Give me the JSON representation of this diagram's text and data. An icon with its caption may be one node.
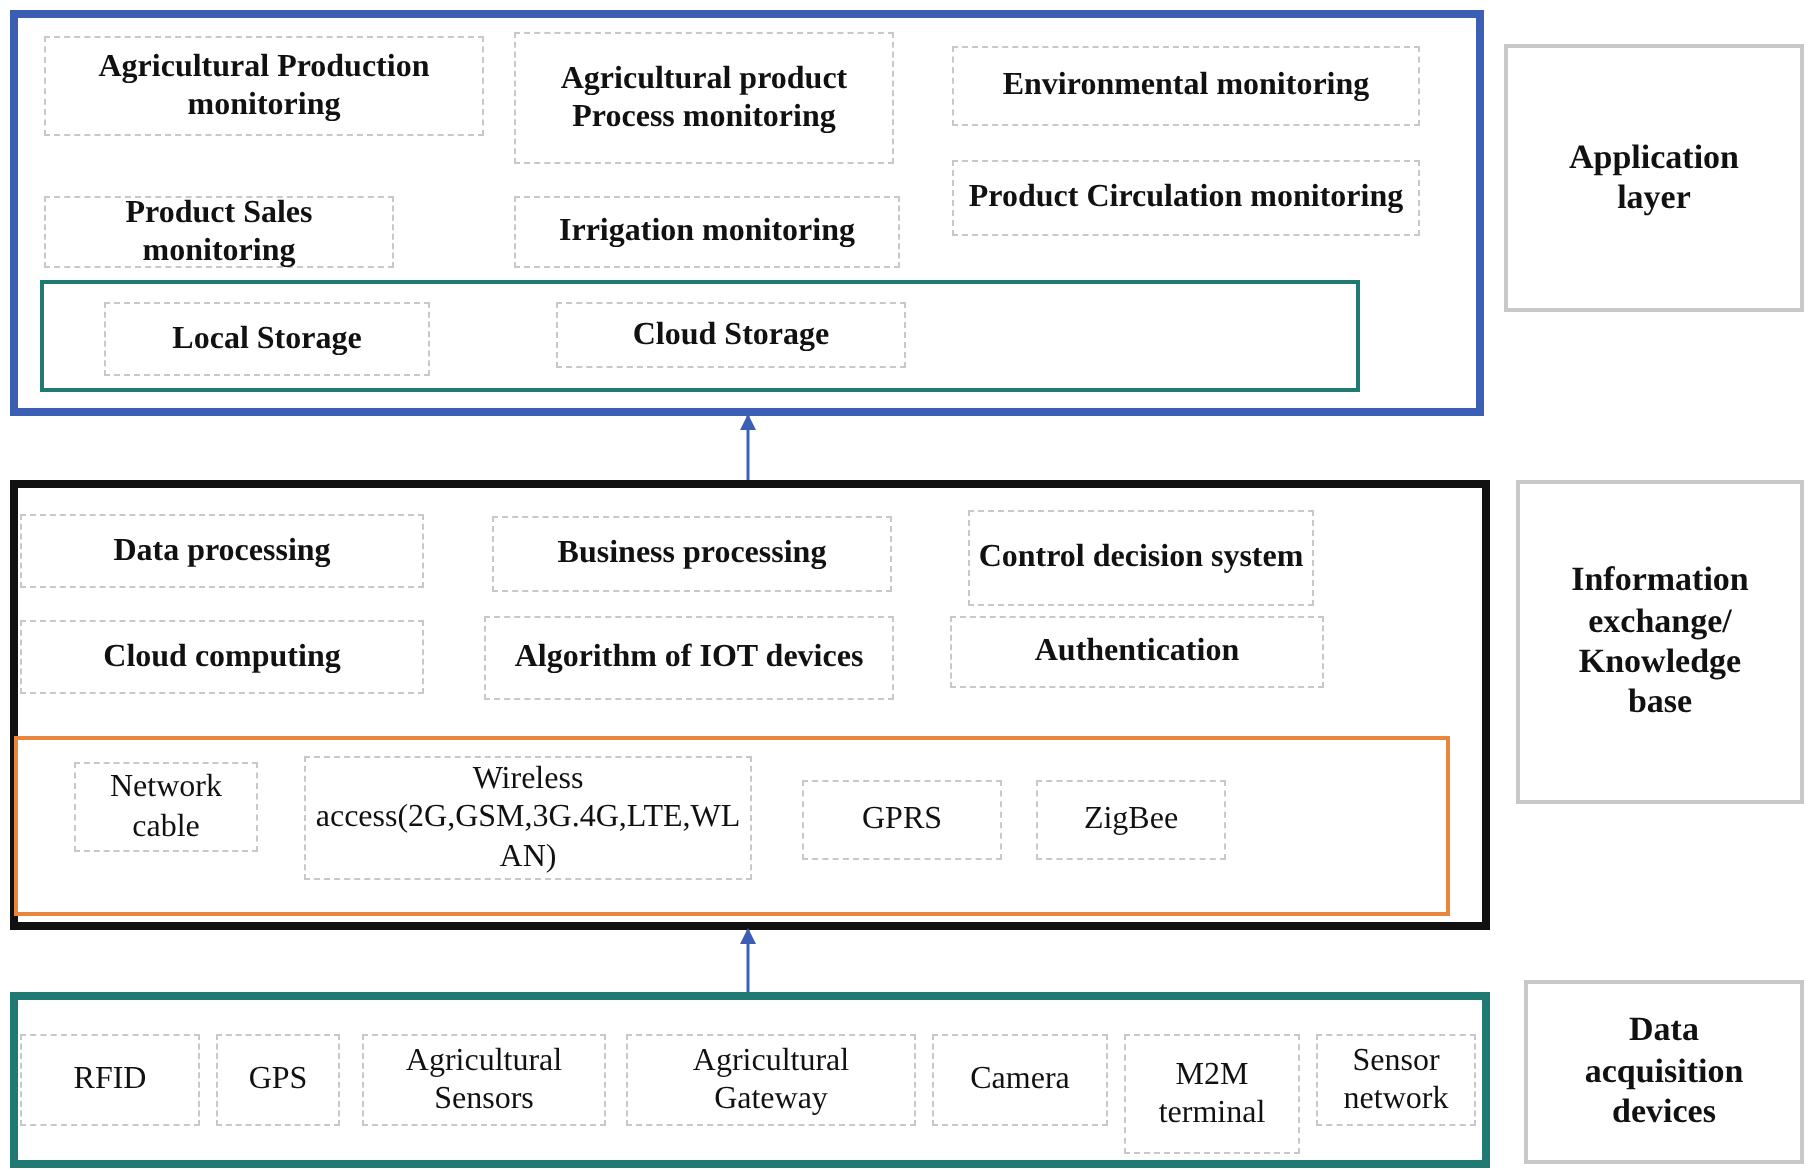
{
  "diagram": {
    "nodes": [
      {
        "text": [],
        "shape": "box"
      },
      {
        "text": [
          "Agricultural Production monitoring"
        ],
        "in": 0
      },
      {
        "text": [
          "Agricultural product Process monitoring"
        ],
        "in": 0
      },
      {
        "text": [
          "Environmental monitoring"
        ],
        "in": 0
      },
      {
        "text": [
          "Product Sales monitoring"
        ],
        "in": 0
      },
      {
        "text": [
          "Irrigation monitoring"
        ],
        "in": 0
      },
      {
        "text": [
          "Product Circulation monitoring"
        ],
        "in": 0
      },
      {
        "text": [],
        "shape": "box",
        "in": 0
      },
      {
        "text": [
          "Local Storage"
        ],
        "in": 7
      },
      {
        "text": [
          "Cloud Storage"
        ],
        "in": 7
      },
      {
        "text": [
          "Application layer"
        ]
      },
      {
        "text": [],
        "shape": "box"
      },
      {
        "text": [
          "Data processing"
        ],
        "in": 11
      },
      {
        "text": [
          "Business processing"
        ],
        "in": 11
      },
      {
        "text": [
          "Control decision system"
        ],
        "in": 11
      },
      {
        "text": [
          "Cloud computing"
        ],
        "in": 11
      },
      {
        "text": [
          "Algorithm of IOT devices"
        ],
        "in": 11
      },
      {
        "text": [
          "Authentication"
        ],
        "in": 11
      },
      {
        "text": [],
        "shape": "box",
        "in": 11
      },
      {
        "text": [
          "Network cable"
        ],
        "in": 18
      },
      {
        "text": [
          "Wireless access(2G,GSM,3G.4G,LTE,WLAN)"
        ],
        "in": 18
      },
      {
        "text": [
          "GPRS"
        ],
        "in": 18
      },
      {
        "text": [
          "ZigBee"
        ],
        "in": 18
      },
      {
        "text": [
          "Information exchange/ Knowledge base"
        ]
      },
      {
        "text": [],
        "shape": "box"
      },
      {
        "text": [
          "RFID"
        ],
        "in": 24
      },
      {
        "text": [
          "GPS"
        ],
        "in": 24
      },
      {
        "text": [
          "Agricultural Sensors"
        ],
        "in": 24
      },
      {
        "text": [
          "Agricultural Gateway"
        ],
        "in": 24
      },
      {
        "text": [
          "Camera"
        ],
        "in": 24
      },
      {
        "text": [
          "M2M terminal"
        ],
        "in": 24
      },
      {
        "text": [
          "Sensor network"
        ],
        "in": 24
      },
      {
        "text": [
          "Data acquisition devices"
        ]
      }
    ],
    "edges": [
      {
        "from": 24,
        "to": 11,
        "arrow": "to"
      },
      {
        "from": 11,
        "to": 0,
        "arrow": "to"
      }
    ]
  }
}
